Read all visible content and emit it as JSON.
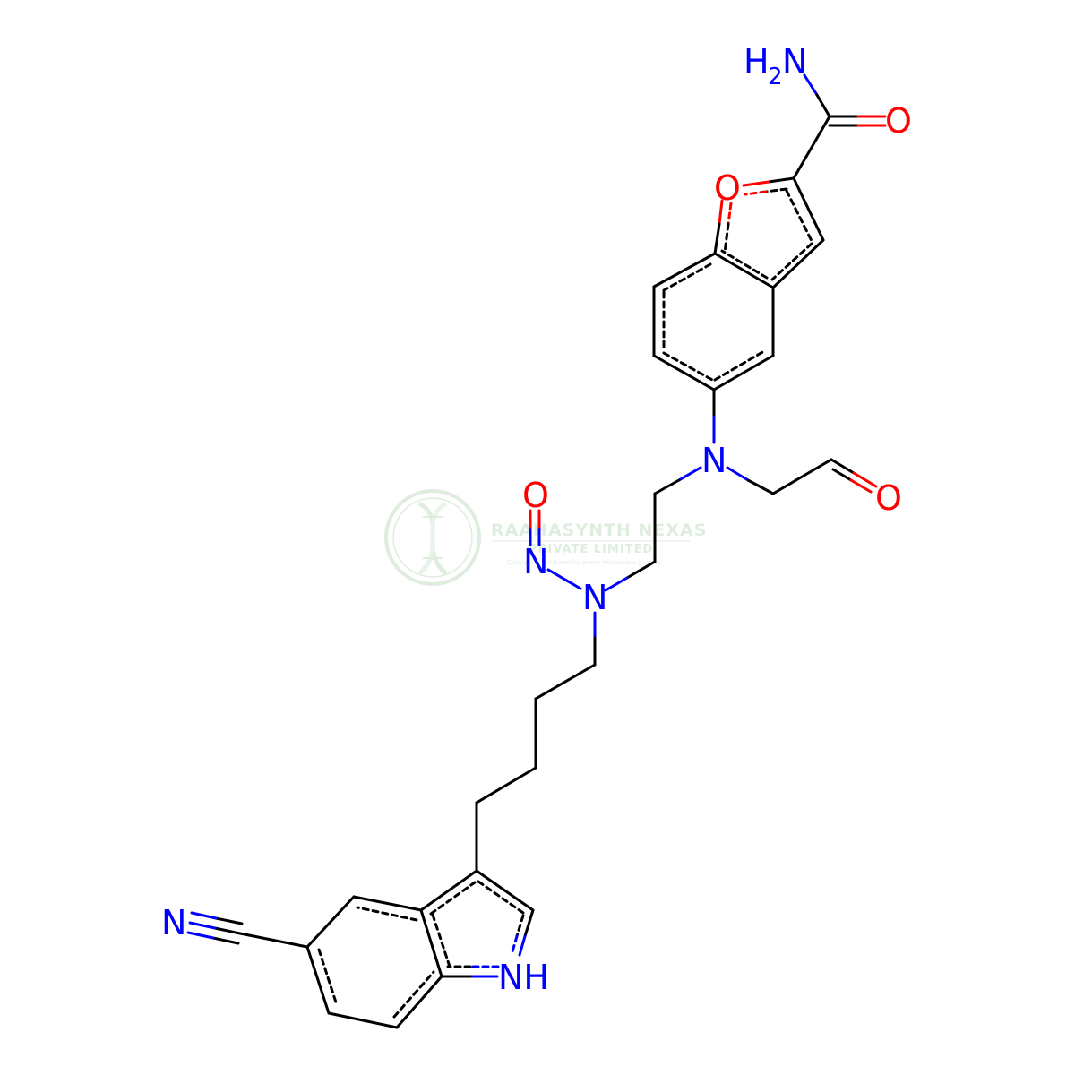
{
  "watermark": {
    "title": "RAAHASYNTH NEXAS",
    "subtitle": "PRIVATE LIMITED",
    "tagline": "Catalyzing solutions for every molecule's journey",
    "logo_icon": "dna-helix-logo",
    "color": "#8fbf8f"
  },
  "colors": {
    "bond": "#000000",
    "nitrogen": "#0000ff",
    "oxygen": "#ff0000"
  },
  "labels": {
    "nh2_h": "H",
    "nh2_sub": "2",
    "nh2_n": "N",
    "amide_o": "O",
    "furan_o": "O",
    "amine_n": "N",
    "aldehyde_o": "O",
    "nitroso_o": "O",
    "nitroso_n": "N",
    "hydrazine_n": "N",
    "nitrile_n": "N",
    "indole_nh": "NH"
  }
}
